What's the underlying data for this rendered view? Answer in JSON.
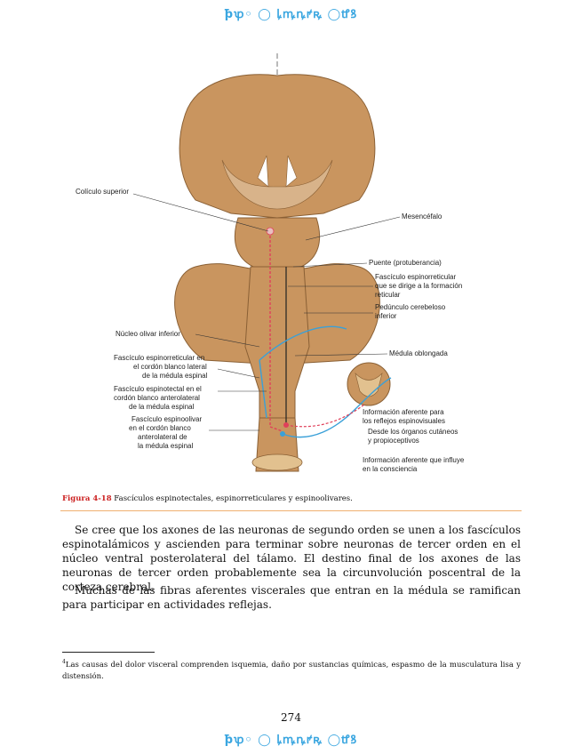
{
  "header": {
    "text": "ꝥꝕ◦ ◯ ꝲꝳꝴꝵꝶ ◯ꝷꝸ"
  },
  "figure": {
    "labels": {
      "superior_colliculus": "Colículo superior",
      "mesencephalon": "Mesencéfalo",
      "pons": "Puente (protuberancia)",
      "spinoreticular_1": "Fascículo espinorreticular",
      "spinoreticular_2": "que se dirige a la formación",
      "spinoreticular_3": "reticular",
      "peduncle_1": "Pedúnculo cerebeloso",
      "peduncle_2": "inferior",
      "olive": "Núcleo olivar inferior",
      "medulla": "Médula oblongada",
      "fr_lat_1": "Fascículo espinorreticular en",
      "fr_lat_2": "el cordón blanco lateral",
      "fr_lat_3": "de la médula espinal",
      "ft_1": "Fascículo espinotectal en el",
      "ft_2": "cordón blanco anterolateral",
      "ft_3": "de la médula espinal",
      "fo_1": "Fascículo espinoolivar",
      "fo_2": "en el cordón blanco",
      "fo_3": "anterolateral de",
      "fo_4": "la médula espinal",
      "aff_1": "Información aferente para",
      "aff_2": "los reflejos espinovisuales",
      "skin_1": "Desde los órganos cutáneos",
      "skin_2": "y propioceptivos",
      "cons_1": "Información aferente que influye",
      "cons_2": "en la consciencia"
    }
  },
  "caption": {
    "number": "Figura 4-18",
    "text": " Fascículos espinotectales, espinorreticulares y espinoolivares."
  },
  "paragraphs": {
    "p1": "Se cree que los axones de las neuronas de segundo orden se unen a los fascículos espinotalámicos y ascienden para terminar sobre neuronas de tercer orden en el núcleo ventral posterolateral del tálamo. El destino final de los axones de las neuronas de tercer orden probablemente sea la circunvolución poscentral de la corteza cerebral.",
    "p2": "Muchas de las fibras aferentes viscerales que entran en la médula se ramifican para participar en actividades reflejas."
  },
  "footnote": {
    "marker": "4",
    "text": "Las causas del dolor visceral comprenden isquemia, daño por sustancias químicas, espasmo de la musculatura lisa y distensión."
  },
  "page_number": "274",
  "colors": {
    "tissue": "#c9955f",
    "tract_red": "#e0405a",
    "tract_blue": "#3aa0d8",
    "header": "#3aa6e0"
  }
}
